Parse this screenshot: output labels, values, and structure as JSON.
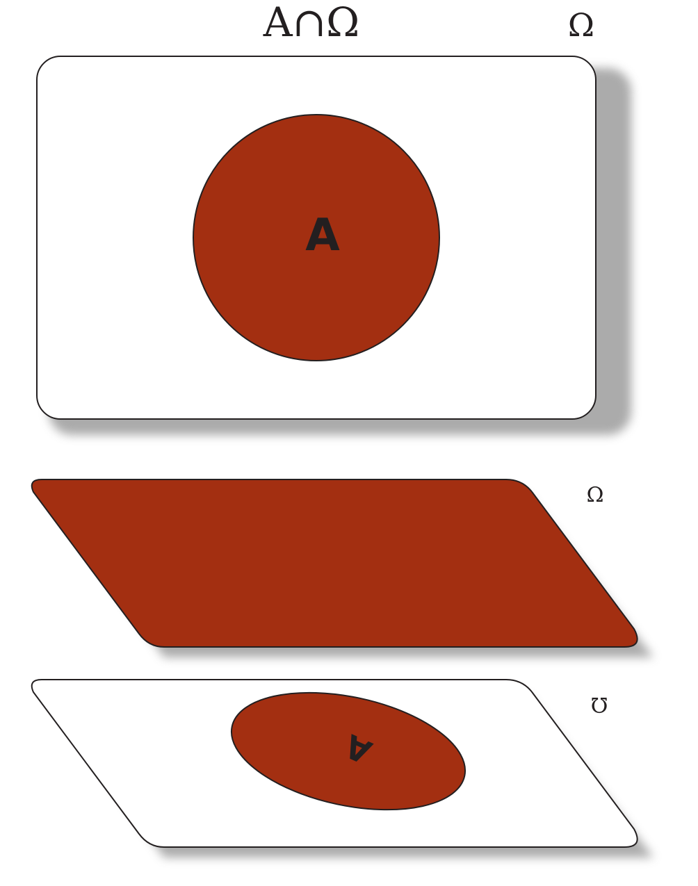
{
  "title": "A∩Ω",
  "universe_label": "Ω",
  "set_label": "A",
  "colors": {
    "set_fill": "#a32f11",
    "universe_fill": "#ffffff",
    "stroke": "#231f20",
    "label": "#231f20",
    "shadow": "#9a9a9a"
  },
  "panels": [
    {
      "role": "venn-front-view",
      "universe_label": "Ω",
      "set_label": "A"
    },
    {
      "role": "layer-set-A",
      "universe_label": "Ω"
    },
    {
      "role": "layer-universe",
      "universe_label": "Ω",
      "set_label": "A"
    }
  ]
}
